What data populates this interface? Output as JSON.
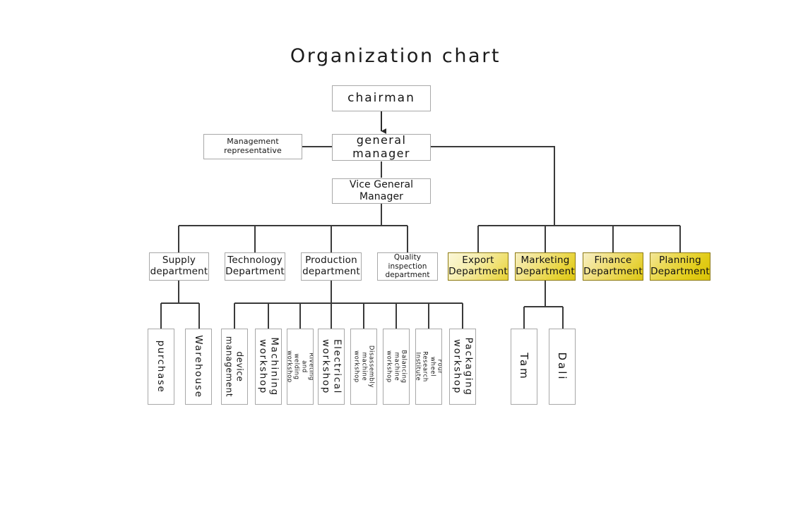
{
  "page": {
    "title": "Organization chart",
    "background_color": "#ffffff",
    "box_border_color": "#a8a8a8",
    "connector_color": "#3a3a3a",
    "gold_border_color": "#8d7a12"
  },
  "nodes": {
    "chairman": {
      "label": "chairman"
    },
    "general_manager": {
      "label": "general manager"
    },
    "management_representative": {
      "label": "Management representative"
    },
    "vice_general_manager": {
      "label": "Vice General Manager"
    }
  },
  "departments": [
    {
      "id": "supply",
      "label": "Supply\ndepartment",
      "highlight": false
    },
    {
      "id": "technology",
      "label": "Technology\nDepartment",
      "highlight": false
    },
    {
      "id": "production",
      "label": "Production\ndepartment",
      "highlight": false
    },
    {
      "id": "quality",
      "label": "Quality\ninspection\ndepartment",
      "highlight": false
    },
    {
      "id": "export",
      "label": "Export\nDepartment",
      "highlight": true,
      "accent": "#eedd62"
    },
    {
      "id": "marketing",
      "label": "Marketing\nDepartment",
      "highlight": true,
      "accent": "#e8d43a"
    },
    {
      "id": "finance",
      "label": "Finance\nDepartment",
      "highlight": true,
      "accent": "#e7d23c"
    },
    {
      "id": "planning",
      "label": "Planning\nDepartment",
      "highlight": true,
      "accent": "#e2cc18"
    }
  ],
  "supply_children": [
    {
      "id": "purchase",
      "label": "purchase"
    },
    {
      "id": "warehouse",
      "label": "Warehouse"
    }
  ],
  "production_children": [
    {
      "id": "device-management",
      "label": "device\nmanagement"
    },
    {
      "id": "machining-workshop",
      "label": "Machining\nworkshop"
    },
    {
      "id": "riveting-welding",
      "label": "Riveting and\nwelding workshop"
    },
    {
      "id": "electrical-workshop",
      "label": "Electrical\nworkshop"
    },
    {
      "id": "disassembly-machine",
      "label": "Disassembly\nmachine\nworkshop"
    },
    {
      "id": "balancing-machine",
      "label": "Balancing\nmachine\nworkshop"
    },
    {
      "id": "four-wheel-research",
      "label": "Four wheel\nResearch\nInstitute"
    },
    {
      "id": "packaging-workshop",
      "label": "Packaging\nworkshop"
    }
  ],
  "marketing_children": [
    {
      "id": "tam",
      "label": "Tam"
    },
    {
      "id": "dali",
      "label": "Dali"
    }
  ]
}
